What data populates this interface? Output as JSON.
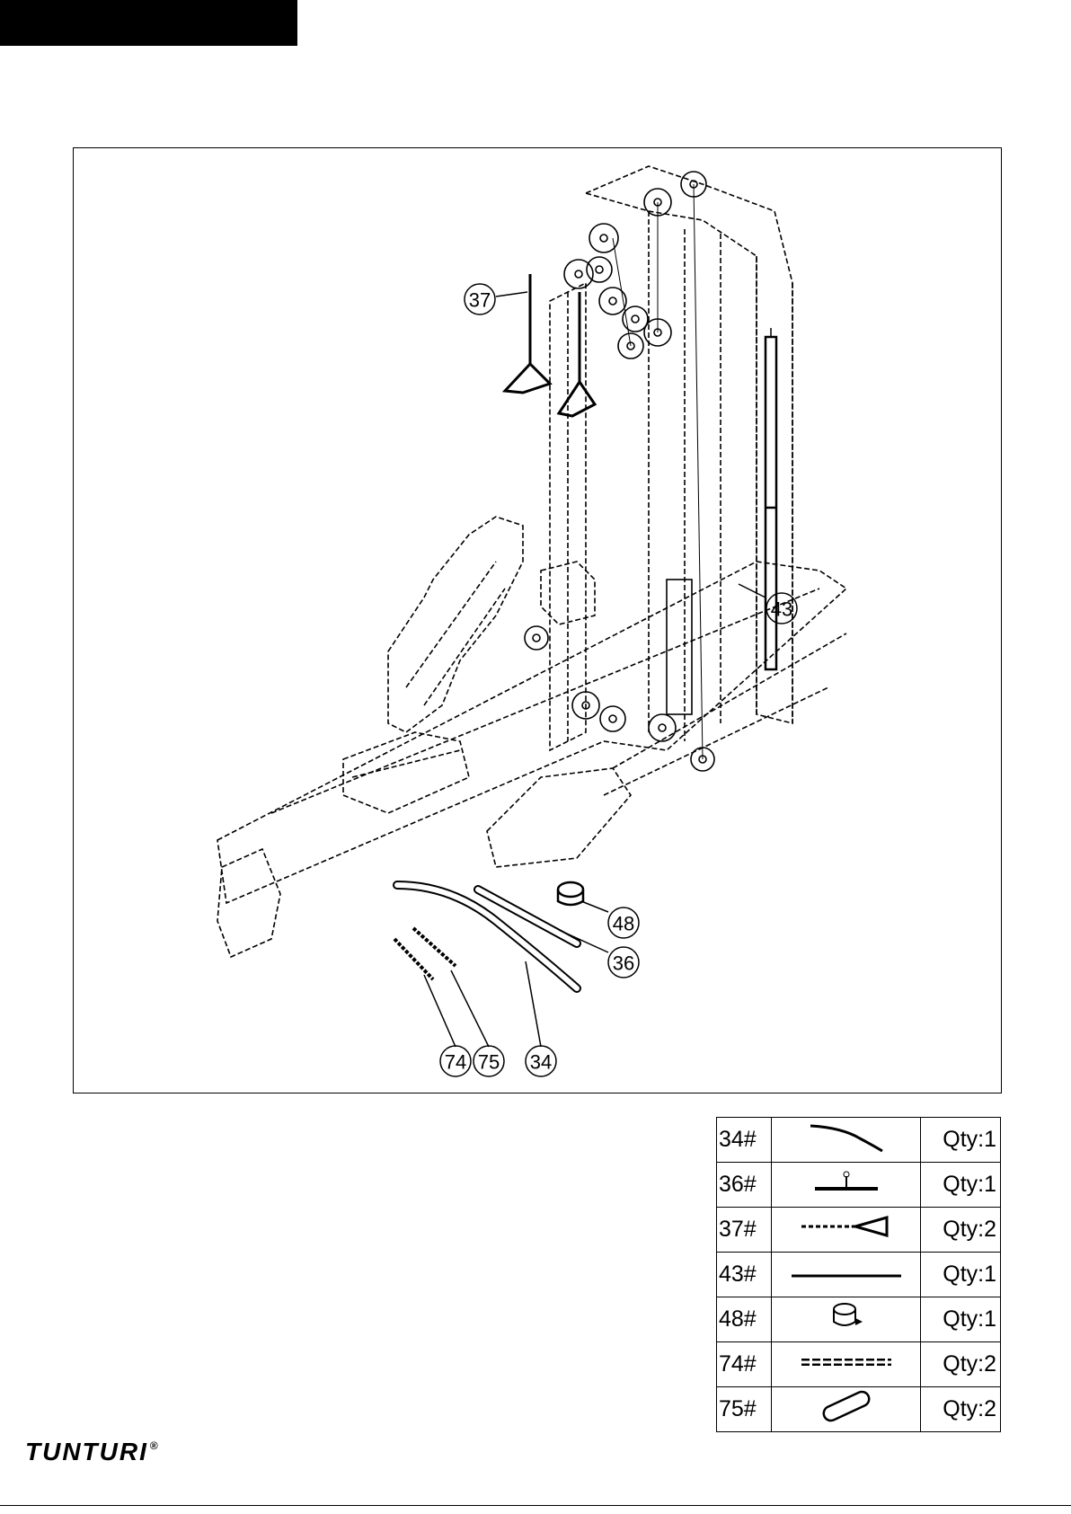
{
  "brand": {
    "name": "TUNTURI",
    "mark": "®"
  },
  "callouts": [
    "37",
    "43",
    "48",
    "36",
    "74",
    "75",
    "34"
  ],
  "parts": [
    {
      "num": "34#",
      "qty": "Qty:1",
      "icon": "curved-bar-icon"
    },
    {
      "num": "36#",
      "qty": "Qty:1",
      "icon": "straight-bar-icon"
    },
    {
      "num": "37#",
      "qty": "Qty:2",
      "icon": "handle-strap-icon"
    },
    {
      "num": "43#",
      "qty": "Qty:1",
      "icon": "rod-icon"
    },
    {
      "num": "48#",
      "qty": "Qty:1",
      "icon": "ankle-strap-icon"
    },
    {
      "num": "74#",
      "qty": "Qty:2",
      "icon": "chain-icon"
    },
    {
      "num": "75#",
      "qty": "Qty:2",
      "icon": "carabiner-icon"
    }
  ]
}
